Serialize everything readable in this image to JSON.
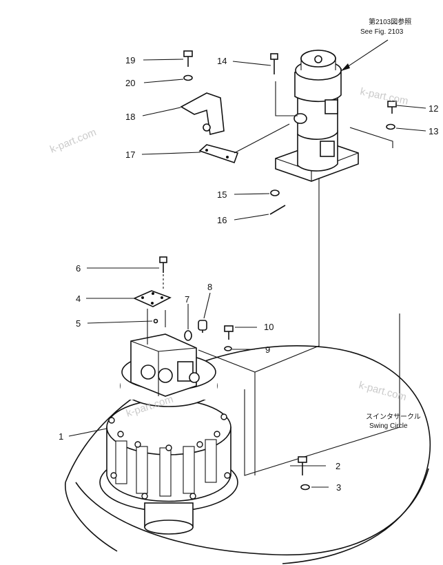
{
  "callouts": [
    "1",
    "2",
    "3",
    "4",
    "5",
    "6",
    "7",
    "8",
    "9",
    "10",
    "12",
    "13",
    "14",
    "15",
    "16",
    "17",
    "18",
    "19",
    "20"
  ],
  "reference_note": {
    "jp": "第2103図参照",
    "en": "See Fig. 2103"
  },
  "swing_circle_label": {
    "jp": "スインタサークル",
    "en": "Swing Circle"
  },
  "watermarks": [
    "k-part.com",
    "k-part.com",
    "k-part.com",
    "k-part.com"
  ]
}
